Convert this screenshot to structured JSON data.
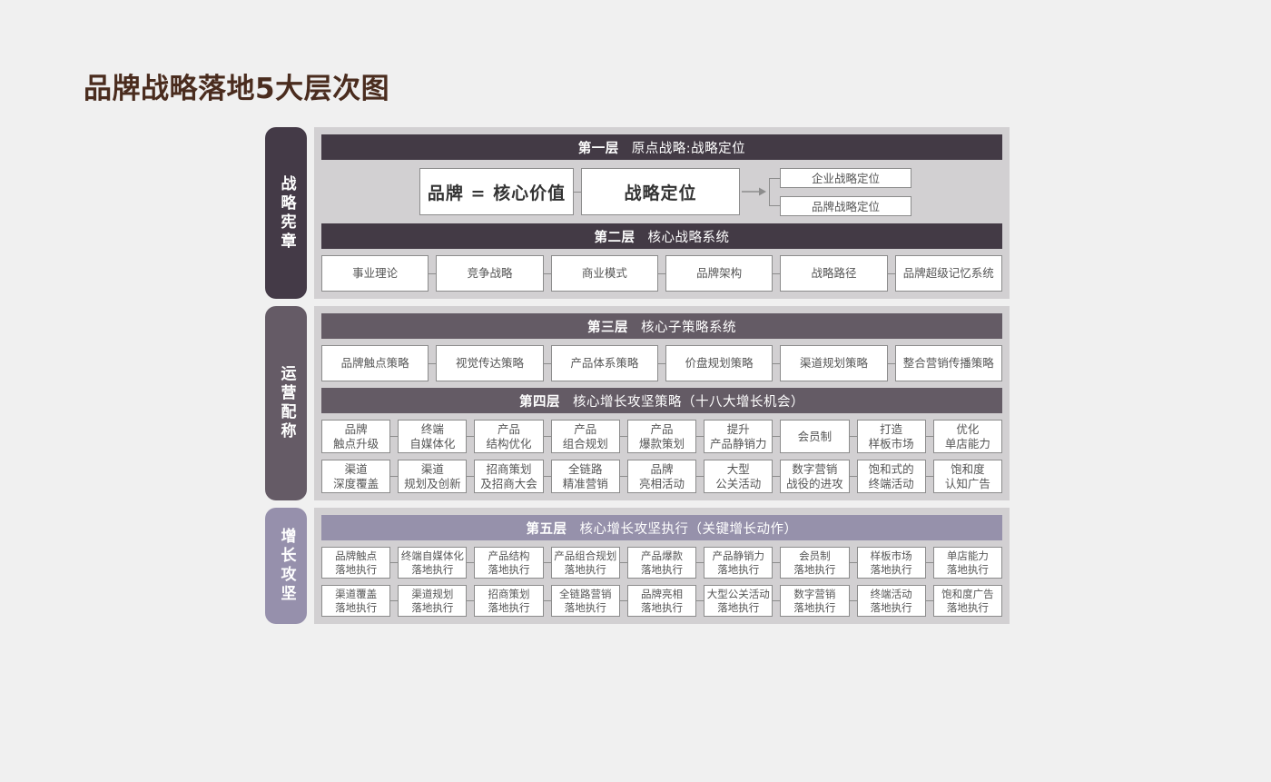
{
  "page": {
    "title": "品牌战略落地5大层次图",
    "title_color": "#4a2c1e",
    "background": "#f0f0f0",
    "panel_background": "#d2d0d2"
  },
  "bands": [
    {
      "tab_label": "战略宪章",
      "tab_color": "#443a47",
      "layers": [
        "layer1",
        "layer2"
      ]
    },
    {
      "tab_label": "运营配称",
      "tab_color": "#655b66",
      "layers": [
        "layer3",
        "layer4"
      ]
    },
    {
      "tab_label": "增长攻坚",
      "tab_color": "#9690ac",
      "layers": [
        "layer5"
      ]
    }
  ],
  "layer1": {
    "level": "第一层",
    "name": "原点战略:战略定位",
    "header_color": "#433a45",
    "box_left": "品牌 = 核心价值",
    "box_right": "战略定位",
    "sub_boxes": [
      "企业战略定位",
      "品牌战略定位"
    ]
  },
  "layer2": {
    "level": "第二层",
    "name": "核心战略系统",
    "header_color": "#433a45",
    "items": [
      "事业理论",
      "竞争战略",
      "商业模式",
      "品牌架构",
      "战略路径",
      "品牌超级记忆系统"
    ]
  },
  "layer3": {
    "level": "第三层",
    "name": "核心子策略系统",
    "header_color": "#645b65",
    "items": [
      "品牌触点策略",
      "视觉传达策略",
      "产品体系策略",
      "价盘规划策略",
      "渠道规划策略",
      "整合营销传播策略"
    ]
  },
  "layer4": {
    "level": "第四层",
    "name": "核心增长攻坚策略（十八大增长机会）",
    "header_color": "#645b65",
    "row1": [
      "品牌\n触点升级",
      "终端\n自媒体化",
      "产品\n结构优化",
      "产品\n组合规划",
      "产品\n爆款策划",
      "提升\n产品静销力",
      "会员制",
      "打造\n样板市场",
      "优化\n单店能力"
    ],
    "row2": [
      "渠道\n深度覆盖",
      "渠道\n规划及创新",
      "招商策划\n及招商大会",
      "全链路\n精准营销",
      "品牌\n亮相活动",
      "大型\n公关活动",
      "数字营销\n战役的进攻",
      "饱和式的\n终端活动",
      "饱和度\n认知广告"
    ]
  },
  "layer5": {
    "level": "第五层",
    "name": "核心增长攻坚执行（关键增长动作）",
    "header_color": "#9691ab",
    "row1": [
      "品牌触点\n落地执行",
      "终端自媒体化\n落地执行",
      "产品结构\n落地执行",
      "产品组合规划\n落地执行",
      "产品爆款\n落地执行",
      "产品静销力\n落地执行",
      "会员制\n落地执行",
      "样板市场\n落地执行",
      "单店能力\n落地执行"
    ],
    "row2": [
      "渠道覆盖\n落地执行",
      "渠道规划\n落地执行",
      "招商策划\n落地执行",
      "全链路营销\n落地执行",
      "品牌亮相\n落地执行",
      "大型公关活动\n落地执行",
      "数字营销\n落地执行",
      "终端活动\n落地执行",
      "饱和度广告\n落地执行"
    ]
  }
}
